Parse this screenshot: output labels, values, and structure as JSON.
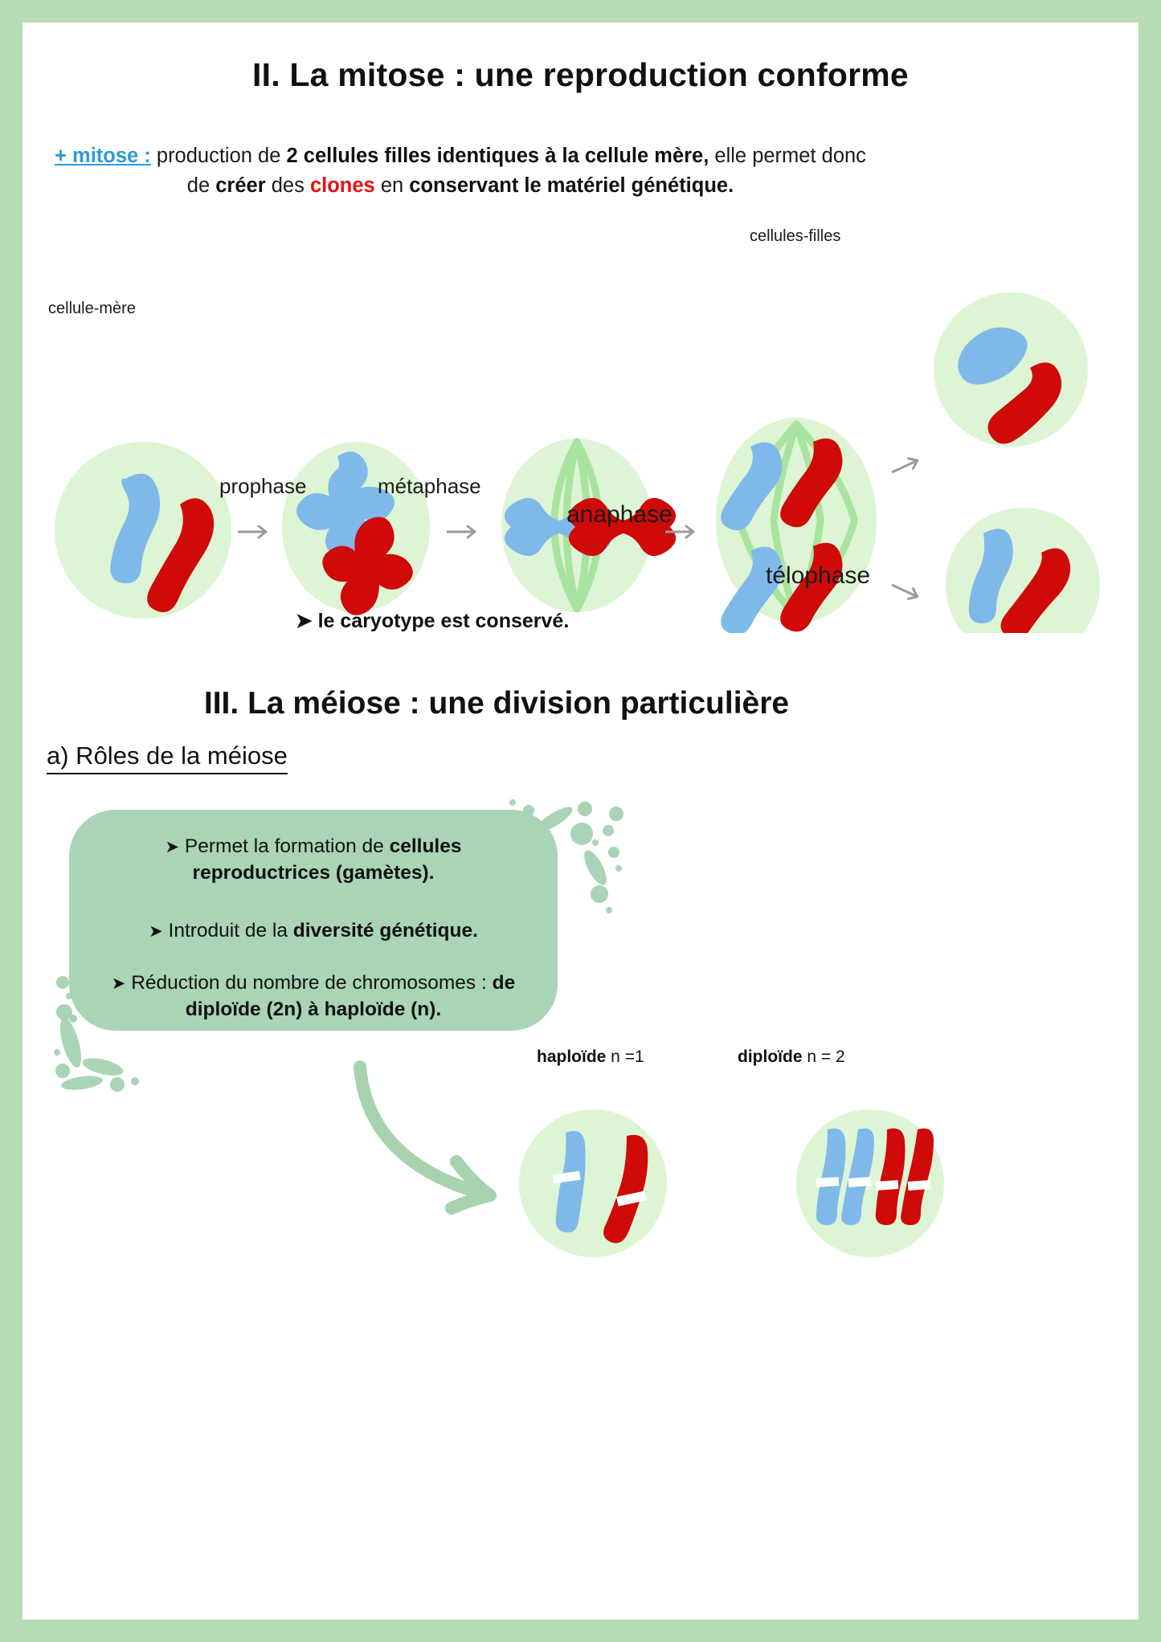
{
  "page": {
    "border_color": "#b7dcb6",
    "background": "#ffffff"
  },
  "section_mitose": {
    "heading": "II. La mitose : une reproduction conforme",
    "intro": {
      "lead": "+ mitose :",
      "part1": " production de ",
      "bold1": "2 cellules filles identiques à la cellule mère,",
      "part2": " elle permet donc de ",
      "bold2": "créer",
      "part3": " des ",
      "red": "clones",
      "part4": " en ",
      "bold3": "conservant le matériel génétique."
    },
    "diagram": {
      "label_mother": "cellule-mère",
      "label_daughters": "cellules-filles",
      "phases": [
        {
          "name": "prophase"
        },
        {
          "name": "métaphase"
        },
        {
          "name": "anaphase"
        },
        {
          "name": "télophase"
        }
      ],
      "colors": {
        "cell_fill": "#ddf5d4",
        "chromosome_blue": "#7fb9ea",
        "chromosome_red": "#cf0a08",
        "spindle": "#a9e3a0",
        "arrow": "#9a9a9a"
      }
    },
    "conclusion": "➤ le caryotype est conservé."
  },
  "section_meiose": {
    "heading": "III. La méiose : une division particulière",
    "subheading": "a) Rôles de la méiose ",
    "callout": {
      "background": "#a9d4b5",
      "items": [
        {
          "bullet": "➤",
          "line1_plain": " Permet la formation de ",
          "line1_bold": "cellules",
          "line2_bold": "reproductrices (gamètes)."
        },
        {
          "bullet": "➤",
          "line1_plain": " Introduit de la ",
          "line1_bold": "diversité génétique."
        },
        {
          "bullet": "➤",
          "line1_plain": " Réduction du nombre de chromosomes : ",
          "line1_bold": "de",
          "line2_bold": "diploïde (2n) à haploïde (n)."
        }
      ]
    },
    "bottom_diagram": {
      "haploid_label_bold": "haploïde",
      "haploid_label_rest": " n =1",
      "diploid_label_bold": "diploïde",
      "diploid_label_rest": " n = 2",
      "arrow_color": "#a6d3ae"
    }
  }
}
